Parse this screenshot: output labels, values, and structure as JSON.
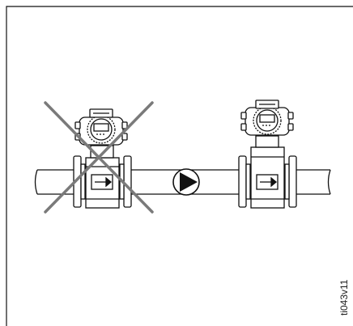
{
  "figure_id": "ti043v11",
  "colors": {
    "line": "#111111",
    "cross": "#7a7a7a",
    "fill": "#ffffff"
  },
  "icons": {
    "flow_direction": "right-triangle-in-circle",
    "meter_arrow": "right-arrow"
  }
}
